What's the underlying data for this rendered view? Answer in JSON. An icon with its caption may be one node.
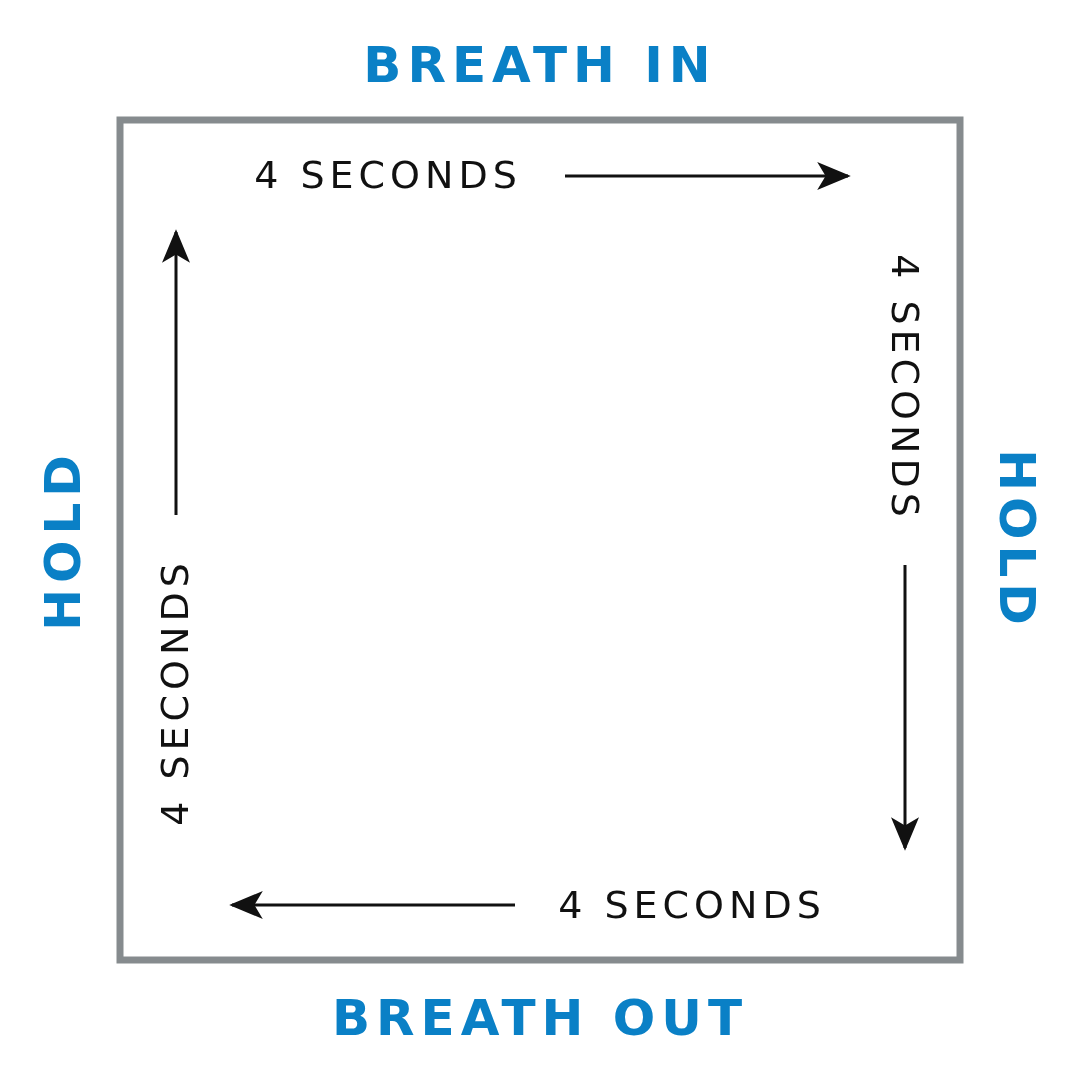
{
  "diagram": {
    "labels": [
      "BREATH IN",
      "4 SECONDS",
      "4 SECONDS",
      "HOLD",
      "HOLD",
      "4 SECONDS",
      "4 SECONDS",
      "BREATH OUT"
    ]
  }
}
